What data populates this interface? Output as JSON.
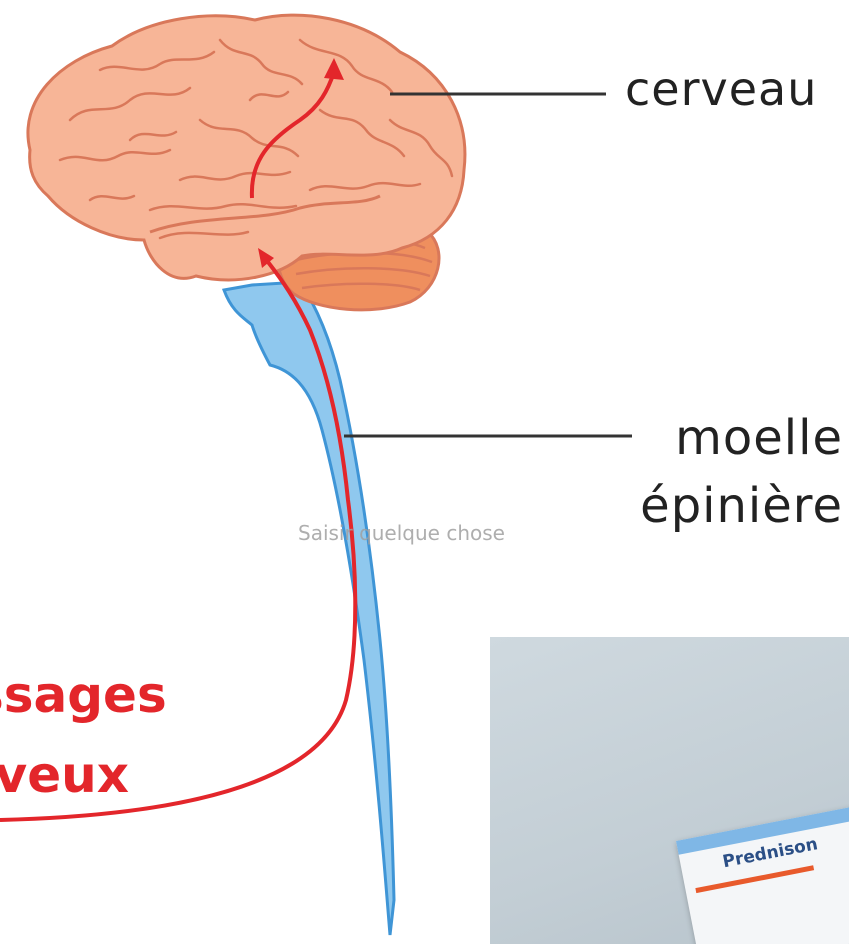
{
  "labels": {
    "brain": "cerveau",
    "spinal_cord_line1": "moelle",
    "spinal_cord_line2": "épinière",
    "nerve_messages_line1": "ssages",
    "nerve_messages_line2": "rveux"
  },
  "search": {
    "placeholder": "Saisir quelque chose"
  },
  "photo": {
    "box_label": "Prednison"
  },
  "colors": {
    "brain_fill": "#f7b597",
    "brain_outline": "#d9785a",
    "cerebellum_fill": "#ef8f5e",
    "spinal_cord_fill": "#8fc8ee",
    "spinal_cord_outline": "#3f95d6",
    "signal_red": "#e3262b",
    "leader_line": "#333333"
  }
}
